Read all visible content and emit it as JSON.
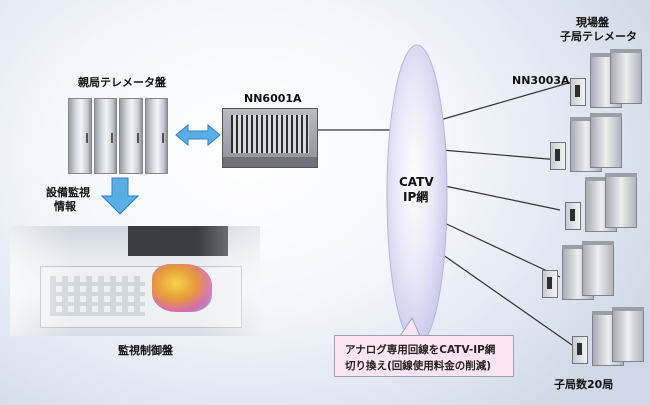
{
  "labels": {
    "parent_panel": "親局テレメータ盤",
    "nn6001a": "NN6001A",
    "monitoring_info_1": "設備監視",
    "monitoring_info_2": "情報",
    "control_panel": "監視制御盤",
    "catv_1": "CATV",
    "catv_2": "IP網",
    "site_panel_1": "現場盤",
    "site_panel_2": "子局テレメータ",
    "nn3003a": "NN3003A",
    "child_count": "子局数20局"
  },
  "callout": {
    "line1": "アナログ専用回線をCATV-IP網",
    "line2": "切り換え(回線使用料金の削減)"
  },
  "colors": {
    "cloud": "#dcdaf3",
    "arrow": "#5aaee8",
    "callout_bg": "#fde4f3"
  }
}
